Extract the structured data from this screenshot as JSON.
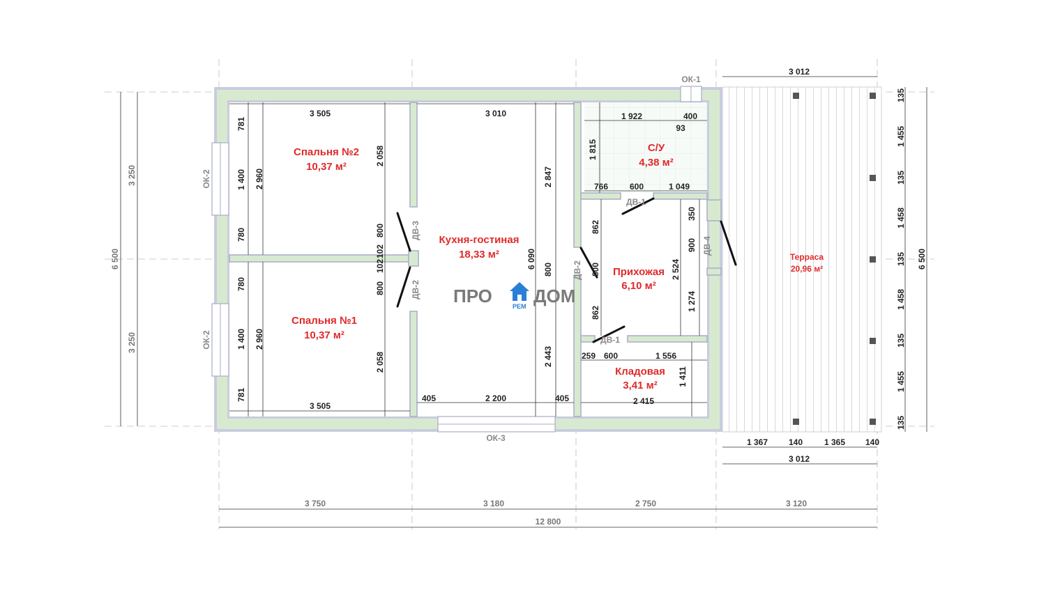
{
  "rooms": {
    "bedroom2": {
      "name": "Спальня №2",
      "area": "10,37 м²"
    },
    "bedroom1": {
      "name": "Спальня №1",
      "area": "10,37 м²"
    },
    "kitchen": {
      "name": "Кухня-гостиная",
      "area": "18,33 м²"
    },
    "bathroom": {
      "name": "С/У",
      "area": "4,38 м²"
    },
    "hall": {
      "name": "Прихожая",
      "area": "6,10 м²"
    },
    "pantry": {
      "name": "Кладовая",
      "area": "3,41 м²"
    },
    "terrace": {
      "name": "Терраса",
      "area": "20,96 м²"
    }
  },
  "openings": {
    "ok1": "ОК-1",
    "ok2": "ОК-2",
    "ok3": "ОК-3",
    "dv1": "ДВ-1",
    "dv2": "ДВ-2",
    "dv3": "ДВ-3",
    "dv4": "ДВ-4"
  },
  "logo": {
    "left": "ПРО",
    "right": "ДОМ",
    "sub": "РЕМ"
  },
  "dims": {
    "bottom": [
      "3 750",
      "3 180",
      "2 750",
      "3 120"
    ],
    "bottom_total": "12 800",
    "left_parts": [
      "3 250",
      "3 250"
    ],
    "left_total": "6 500",
    "right_total": "6 500",
    "right_parts": [
      "135",
      "1 455",
      "135",
      "1 458",
      "135",
      "1 458",
      "135",
      "1 455",
      "135"
    ],
    "terrace_top": "3 012",
    "terrace_bottom": "3 012",
    "terrace_bottom_parts": [
      "1 367",
      "140",
      "1 365",
      "140"
    ],
    "bedroom2": [
      "3 505",
      "781",
      "1 400",
      "780",
      "2 960",
      "2 058"
    ],
    "bedroom1": [
      "3 505",
      "780",
      "1 400",
      "781",
      "2 960",
      "2 058"
    ],
    "mid_stack": [
      "800",
      "102",
      "102",
      "800"
    ],
    "kitchen": [
      "3 010",
      "2 847",
      "6 090",
      "800",
      "2 443",
      "405",
      "2 200",
      "405"
    ],
    "bathroom": [
      "1 922",
      "400",
      "93",
      "1 815",
      "766",
      "600",
      "1 049"
    ],
    "hall": [
      "350",
      "900",
      "2 524",
      "1 274",
      "862",
      "800",
      "862"
    ],
    "pantry": [
      "259",
      "600",
      "1 556",
      "2 415",
      "1 411"
    ]
  }
}
